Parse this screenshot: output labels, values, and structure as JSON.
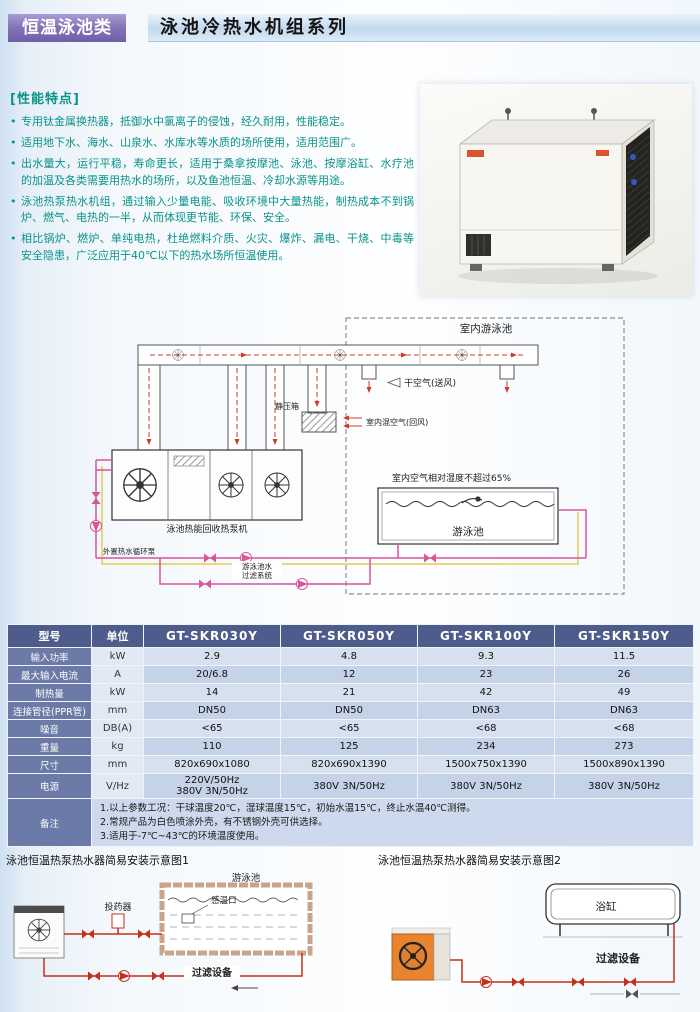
{
  "colors": {
    "badge_purple": "#8576b8",
    "title_bar_blue": "#c3d9ee",
    "feature_teal": "#0b9388",
    "table_header_blue": "#4d5c8a",
    "row_label_blue": "#6b7aa6",
    "pipe_magenta": "#d8549b",
    "pipe_yellow": "#e0c232",
    "pipe_red": "#c43018",
    "airflow_red": "#d03a2a"
  },
  "header": {
    "badge": "恒温泳池类",
    "title": "泳池冷热水机组系列"
  },
  "features": {
    "heading": "[性能特点]",
    "items": [
      "专用钛金属换热器，抵御水中氯离子的侵蚀，经久耐用，性能稳定。",
      "适用地下水、海水、山泉水、水库水等水质的场所使用，适用范围广。",
      "出水量大，运行平稳，寿命更长，适用于桑拿按摩池、泳池、按摩浴缸、水疗池的加温及各类需要用热水的场所，以及鱼池恒温、冷却水源等用途。",
      "泳池热泵热水机组，通过输入少量电能、吸收环境中大量热能，制热成本不到锅炉、燃气、电热的一半，从而体现更节能、环保、安全。",
      "相比锅炉、燃炉、单纯电热，杜绝燃料介质、火灾、爆炸、漏电、干烧、中毒等安全隐患，广泛应用于40℃以下的热水场所恒温使用。"
    ]
  },
  "diagram": {
    "room_label": "室内游泳池",
    "supply_air": "干空气(送风)",
    "static_box": "静压箱",
    "return_air": "室内混空气(回风)",
    "humidity_note": "室内空气相对湿度不超过65%",
    "pool_label": "游泳池",
    "unit_label": "泳池热能回收热泵机",
    "ext_pump": "外置热水循环泵",
    "filter_line1": "游泳池水",
    "filter_line2": "过滤系统"
  },
  "table": {
    "headers": [
      "型号",
      "单位",
      "GT-SKR030Y",
      "GT-SKR050Y",
      "GT-SKR100Y",
      "GT-SKR150Y"
    ],
    "rows": [
      {
        "label": "输入功率",
        "unit": "kW",
        "values": [
          "2.9",
          "4.8",
          "9.3",
          "11.5"
        ]
      },
      {
        "label": "最大输入电流",
        "unit": "A",
        "values": [
          "20/6.8",
          "12",
          "23",
          "26"
        ]
      },
      {
        "label": "制热量",
        "unit": "kW",
        "values": [
          "14",
          "21",
          "42",
          "49"
        ]
      },
      {
        "label": "连接管径(PPR管)",
        "unit": "mm",
        "values": [
          "DN50",
          "DN50",
          "DN63",
          "DN63"
        ]
      },
      {
        "label": "噪音",
        "unit": "DB(A)",
        "values": [
          "<65",
          "<65",
          "<68",
          "<68"
        ]
      },
      {
        "label": "重量",
        "unit": "kg",
        "values": [
          "110",
          "125",
          "234",
          "273"
        ]
      },
      {
        "label": "尺寸",
        "unit": "mm",
        "values": [
          "820x690x1080",
          "820x690x1390",
          "1500x750x1390",
          "1500x890x1390"
        ]
      },
      {
        "label": "电源",
        "unit": "V/Hz",
        "values": [
          "220V/50Hz\n380V 3N/50Hz",
          "380V 3N/50Hz",
          "380V 3N/50Hz",
          "380V 3N/50Hz"
        ]
      }
    ],
    "notes": {
      "label": "备注",
      "lines": [
        "1.以上参数工况：干球温度20℃，湿球温度15℃，初始水温15℃，终止水温40℃测得。",
        "2.常规产品为白色喷涂外壳，有不锈钢外壳可供选择。",
        "3.适用于-7℃~43℃的环境温度使用。"
      ]
    }
  },
  "install1": {
    "title": "泳池恒温热泵热水器简易安装示意图1",
    "pool_label": "游泳池",
    "sensor_label": "感温口",
    "doser_label": "投药器",
    "filter_label": "过滤设备"
  },
  "install2": {
    "title": "泳池恒温热泵热水器简易安装示意图2",
    "tub_label": "浴缸",
    "filter_label": "过滤设备"
  }
}
